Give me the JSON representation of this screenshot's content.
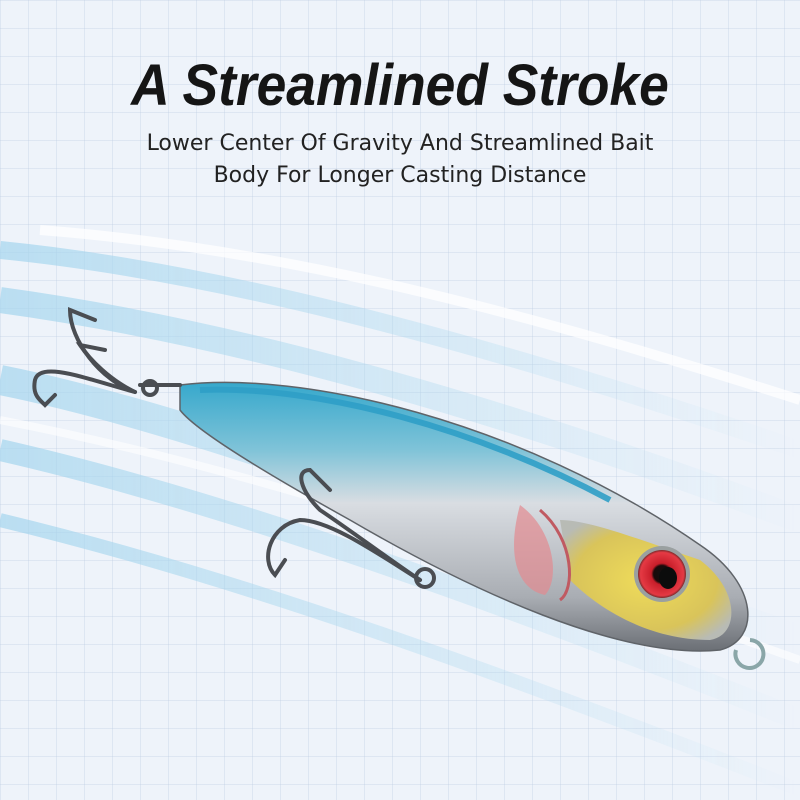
{
  "headline": {
    "title": "A Streamlined Stroke",
    "subtitle_line1": "Lower Center Of Gravity And Streamlined Bait",
    "subtitle_line2": "Body For Longer Casting Distance"
  },
  "product": {
    "name": "fishing-lure",
    "colors": {
      "back": "#3aa9c9",
      "body": "#b8bcc2",
      "gill": "#e07a80",
      "head": "#e6cf4a",
      "eye": "#d0202a",
      "hook": "#4a4d52"
    }
  },
  "background": {
    "base": "#eef3fa",
    "streaks": "#9fd0ea"
  }
}
